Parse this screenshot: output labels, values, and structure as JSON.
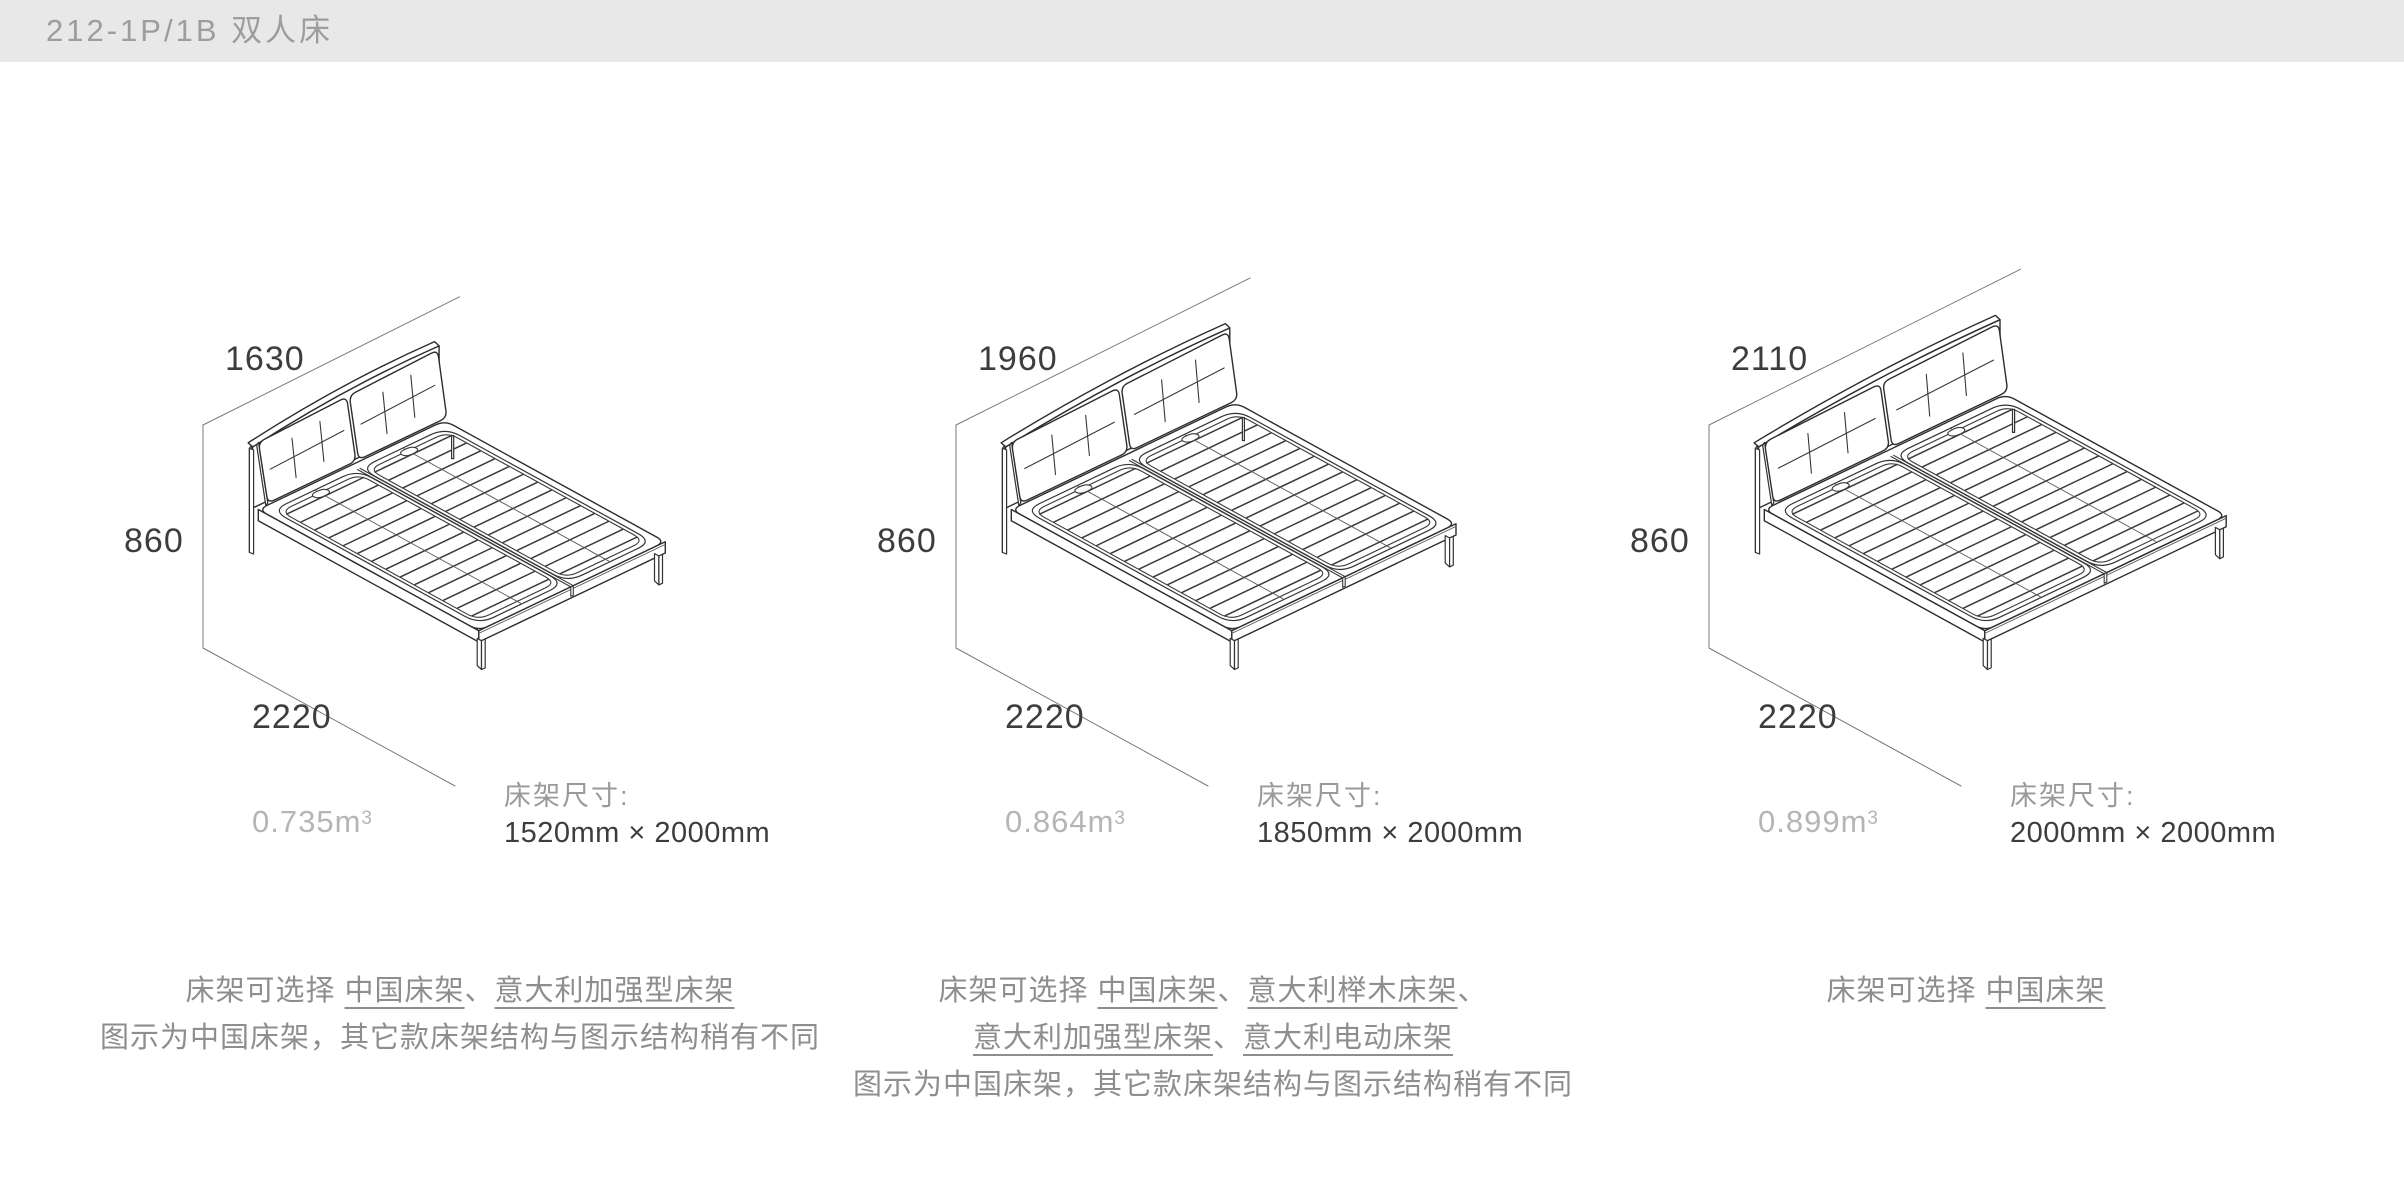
{
  "header": {
    "title": "212-1P/1B 双人床"
  },
  "colors": {
    "header_bg": "#e8e8e8",
    "header_text": "#9d9d9d",
    "dim_text": "#3d3d3d",
    "volume_text": "#b5b5b5",
    "note_text": "#8e8e8e",
    "line_art": "#2d2d2d"
  },
  "beds": [
    {
      "id": "bed-1520",
      "dims": {
        "width": "1630",
        "height": "860",
        "depth": "2220"
      },
      "volume": {
        "value": "0.735m",
        "sup": "3"
      },
      "frame_size_label": "床架尺寸:",
      "frame_size": "1520mm × 2000mm",
      "footer_lines": [
        [
          {
            "t": "床架可选择 ",
            "u": false
          },
          {
            "t": "中国床架",
            "u": true
          },
          {
            "t": "、",
            "u": false
          },
          {
            "t": "意大利加强型床架",
            "u": true
          }
        ],
        [
          {
            "t": "图示为中国床架，其它款床架结构与图示结构稍有不同",
            "u": false
          }
        ]
      ]
    },
    {
      "id": "bed-1850",
      "dims": {
        "width": "1960",
        "height": "860",
        "depth": "2220"
      },
      "volume": {
        "value": "0.864m",
        "sup": "3"
      },
      "frame_size_label": "床架尺寸:",
      "frame_size": "1850mm × 2000mm",
      "footer_lines": [
        [
          {
            "t": "床架可选择 ",
            "u": false
          },
          {
            "t": "中国床架",
            "u": true
          },
          {
            "t": "、",
            "u": false
          },
          {
            "t": "意大利榉木床架",
            "u": true
          },
          {
            "t": "、",
            "u": false
          }
        ],
        [
          {
            "t": "意大利加强型床架",
            "u": true
          },
          {
            "t": "、",
            "u": false
          },
          {
            "t": "意大利电动床架",
            "u": true
          }
        ],
        [
          {
            "t": "图示为中国床架，其它款床架结构与图示结构稍有不同",
            "u": false
          }
        ]
      ]
    },
    {
      "id": "bed-2000",
      "dims": {
        "width": "2110",
        "height": "860",
        "depth": "2220"
      },
      "volume": {
        "value": "0.899m",
        "sup": "3"
      },
      "frame_size_label": "床架尺寸:",
      "frame_size": "2000mm × 2000mm",
      "footer_lines": [
        [
          {
            "t": "床架可选择 ",
            "u": false
          },
          {
            "t": "中国床架",
            "u": true
          }
        ]
      ]
    }
  ]
}
